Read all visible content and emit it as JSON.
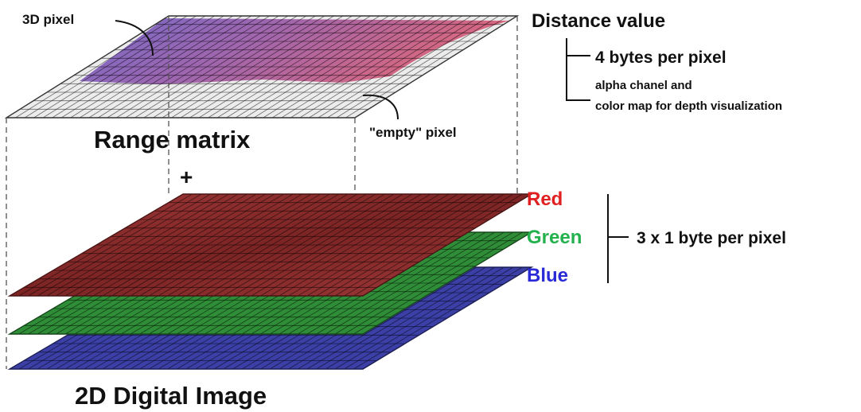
{
  "labels": {
    "pixel_3d": "3D pixel",
    "distance_value": "Distance value",
    "bytes_4": "4 bytes per pixel",
    "alpha_line1": "alpha chanel and",
    "alpha_line2": "color map for depth visualization",
    "empty_pixel": "\"empty\" pixel",
    "range_matrix": "Range matrix",
    "plus": "+",
    "red": "Red",
    "green": "Green",
    "blue": "Blue",
    "bytes_3x1": "3 x 1 byte per pixel",
    "image_2d": "2D Digital Image"
  },
  "colors": {
    "red_layer": "#8e2f2f",
    "green_layer": "#2e8a35",
    "blue_layer": "#3a3da0",
    "empty_layer": "#ececec",
    "label_red": "#e02020",
    "label_green": "#22b14c",
    "label_blue": "#2a2ad6",
    "range_blue": "#6a5fc8",
    "range_red": "#d85a6e"
  },
  "icons": [
    "leader-curve-icon",
    "bracket-icon",
    "grid-icon"
  ]
}
